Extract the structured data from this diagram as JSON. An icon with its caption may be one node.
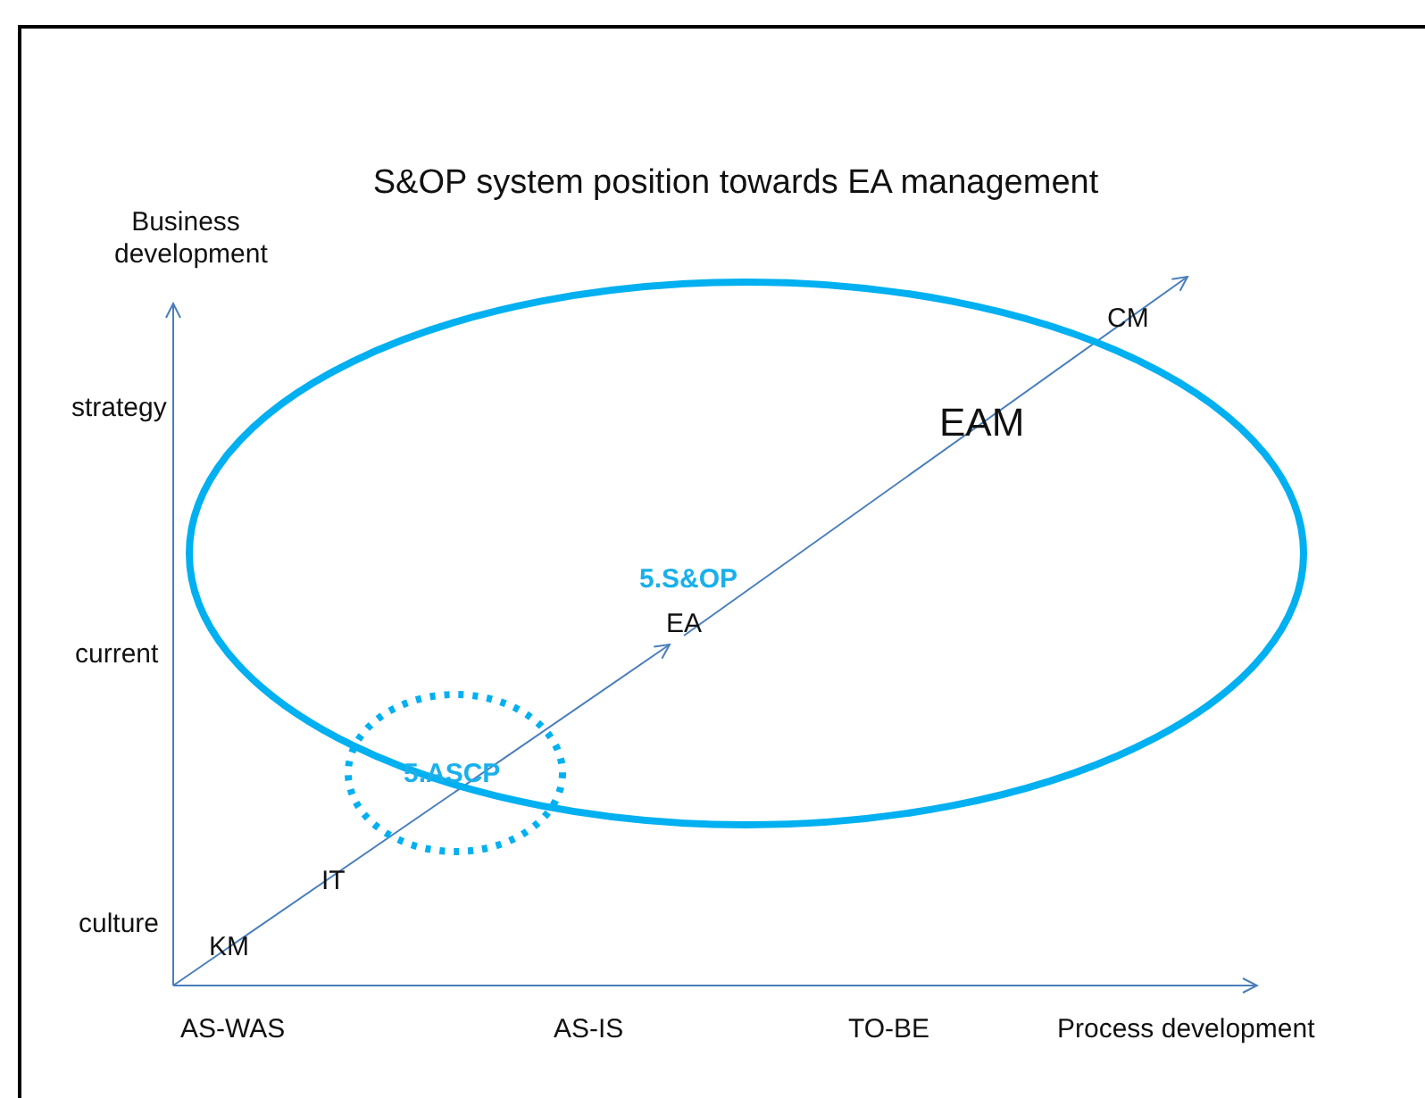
{
  "diagram": {
    "title": "S&OP system position towards EA management",
    "nodes": [
      {
        "text": [
          "EAM"
        ]
      },
      {
        "text": [
          "5.ASCP"
        ]
      }
    ],
    "labels": [
      "Business development",
      "CM",
      "strategy",
      "5.S&OP",
      "EA",
      "current",
      "IT",
      "culture",
      "KM",
      "AS-WAS",
      "AS-IS",
      "TO-BE",
      "Process development"
    ]
  }
}
